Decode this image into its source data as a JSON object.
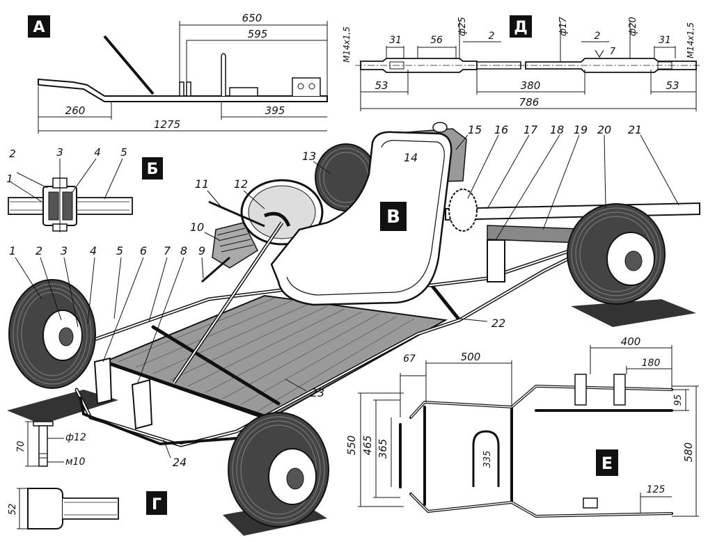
{
  "section_badges": {
    "a": "А",
    "b": "Б",
    "v": "В",
    "g": "Г",
    "d": "Д",
    "e": "Е"
  },
  "frame_side_view": {
    "dims": [
      "650",
      "595",
      "260",
      "1275",
      "395"
    ]
  },
  "axle_view": {
    "top_dims": [
      "М14х1,5",
      "31",
      "56",
      "ф25",
      "2",
      "ф17",
      "2",
      "ф20",
      "31",
      "М14х1,5"
    ],
    "roughness": "7",
    "bottom_dims": [
      "53",
      "380",
      "53",
      "786"
    ]
  },
  "clamp_detail": {
    "callouts": [
      "1",
      "2",
      "3",
      "4",
      "5"
    ]
  },
  "main_view": {
    "callouts": [
      "1",
      "2",
      "3",
      "4",
      "5",
      "6",
      "7",
      "8",
      "9",
      "10",
      "11",
      "12",
      "13",
      "14",
      "15",
      "16",
      "17",
      "18",
      "19",
      "20",
      "21",
      "22",
      "23",
      "24"
    ]
  },
  "pin_detail": {
    "dims": [
      "70",
      "ф12",
      "м10",
      "52"
    ]
  },
  "frame_plan_view": {
    "dims": [
      "400",
      "67",
      "500",
      "180",
      "95",
      "550",
      "465",
      "365",
      "335",
      "580",
      "125"
    ]
  }
}
